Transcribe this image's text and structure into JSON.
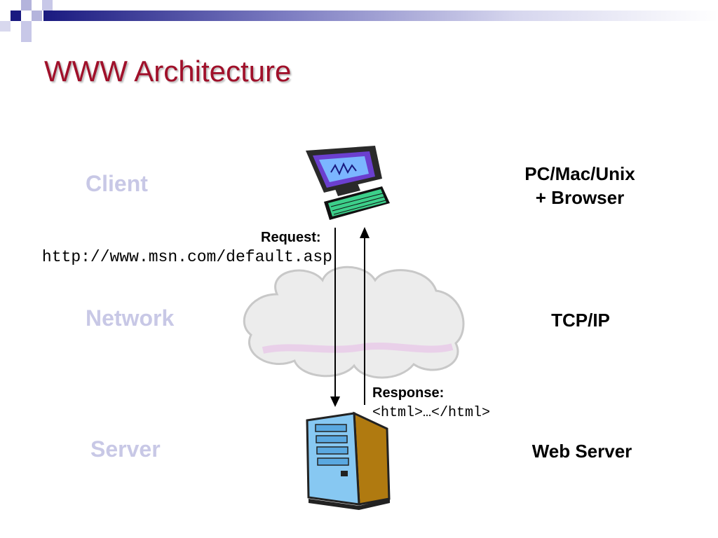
{
  "slide": {
    "title": "WWW Architecture"
  },
  "layers": {
    "client": "Client",
    "network": "Network",
    "server": "Server"
  },
  "descriptions": {
    "client_line1": "PC/Mac/Unix",
    "client_line2": "+ Browser",
    "network": "TCP/IP",
    "server": "Web Server"
  },
  "request": {
    "label": "Request:",
    "url": "http://www.msn.com/default.asp"
  },
  "response": {
    "label": "Response:",
    "body": "<html>…</html>"
  },
  "colors": {
    "title": "#a0102a",
    "layer_label": "#c8c8e6",
    "topbar_dark": "#1a1a80",
    "topbar_light": "#b4b4dc"
  },
  "icons": [
    "computer-icon",
    "cloud-icon",
    "server-tower-icon"
  ]
}
